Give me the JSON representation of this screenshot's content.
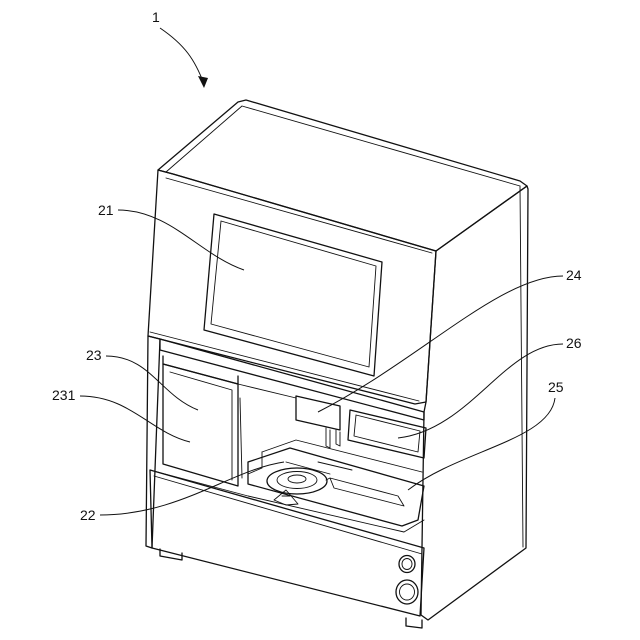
{
  "figure": {
    "main_ref": "1",
    "refs": {
      "r21": "21",
      "r23": "23",
      "r231": "231",
      "r22": "22",
      "r24": "24",
      "r26": "26",
      "r25": "25"
    }
  },
  "colors": {
    "ink": "#111111",
    "background": "#ffffff"
  }
}
